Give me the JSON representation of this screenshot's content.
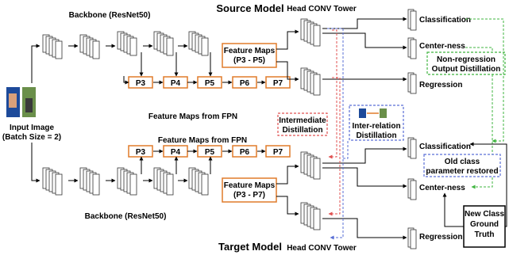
{
  "titles": {
    "source_model": "Source Model",
    "target_model": "Target Model"
  },
  "labels": {
    "backbone_top": "Backbone (ResNet50)",
    "backbone_bottom": "Backbone (ResNet50)",
    "fpn_top": "Feature Maps from FPN",
    "fpn_bottom": "Feature Maps from FPN",
    "head_tower_top": "Head CONV Tower",
    "head_tower_bottom": "Head CONV Tower",
    "input_image_line1": "Input Image",
    "input_image_line2": "(Batch Size = 2)"
  },
  "feature_maps_box": {
    "top_line1": "Feature Maps",
    "top_line2": "(P3 - P5)",
    "bottom_line1": "Feature Maps",
    "bottom_line2": "(P3 - P7)"
  },
  "pyramid_levels": [
    "P3",
    "P4",
    "P5",
    "P6",
    "P7"
  ],
  "outputs_source": [
    "Classification",
    "Center-ness",
    "Regression"
  ],
  "outputs_target": [
    "Classification",
    "Center-ness",
    "Regression"
  ],
  "distillation": {
    "non_regression_line1": "Non-regression",
    "non_regression_line2": "Output Distillation",
    "intermediate_line1": "Intermediate",
    "intermediate_line2": "Distillation",
    "inter_relation_line1": "Inter-relation",
    "inter_relation_line2": "Distillation",
    "old_class_line1": "Old class",
    "old_class_line2": "parameter restored"
  },
  "ground_truth": {
    "line1": "New Class",
    "line2": "Ground",
    "line3": "Truth"
  },
  "colors": {
    "orange": "#e07b2a",
    "green": "#3fb53f",
    "red": "#e05050",
    "blue": "#5a6fd6",
    "purple": "#9a80d0",
    "layer_fill": "#ffffff",
    "layer_stroke": "#333333"
  }
}
